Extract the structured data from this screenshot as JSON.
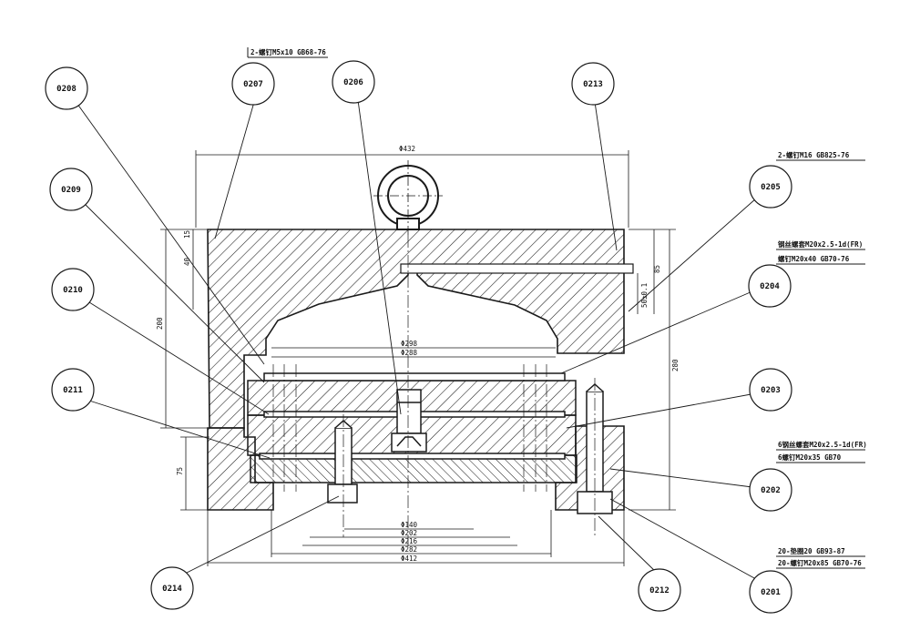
{
  "colors": {
    "ink": "#1a1a1a",
    "paper": "#ffffff"
  },
  "balloons": [
    {
      "id": "b0208",
      "label": "0208"
    },
    {
      "id": "b0207",
      "label": "0207"
    },
    {
      "id": "b0206",
      "label": "0206"
    },
    {
      "id": "b0213",
      "label": "0213"
    },
    {
      "id": "b0209",
      "label": "0209"
    },
    {
      "id": "b0205",
      "label": "0205"
    },
    {
      "id": "b0210",
      "label": "0210"
    },
    {
      "id": "b0204",
      "label": "0204"
    },
    {
      "id": "b0211",
      "label": "0211"
    },
    {
      "id": "b0203",
      "label": "0203"
    },
    {
      "id": "b0202",
      "label": "0202"
    },
    {
      "id": "b0214",
      "label": "0214"
    },
    {
      "id": "b0212",
      "label": "0212"
    },
    {
      "id": "b0201",
      "label": "0201"
    }
  ],
  "notes": {
    "n0207": "2-螺钉M5x10 GB68-76",
    "n0205": "2-螺钉M16 GB825-76",
    "n0204_a": "钢丝螺套M20x2.5-1d(FR)",
    "n0204_b": "螺钉M20x40 GB70-76",
    "n0202_a": "6钢丝螺套M20x2.5-1d(FR)",
    "n0202_b": "6螺钉M20x35  GB70",
    "n0201_a": "20-垫圈20 GB93-87",
    "n0201_b": "20-螺钉M20x85 GB70-76"
  },
  "dimensions": {
    "d432": "Φ432",
    "d298": "Φ298",
    "d288": "Φ288",
    "d140": "Φ140",
    "d202": "Φ202",
    "d216": "Φ216",
    "d282": "Φ282",
    "d412": "Φ412",
    "h200": "200",
    "h280": "280",
    "h75": "75",
    "h15": "15",
    "h40": "40",
    "h85": "85",
    "h50": "50±0.1"
  }
}
